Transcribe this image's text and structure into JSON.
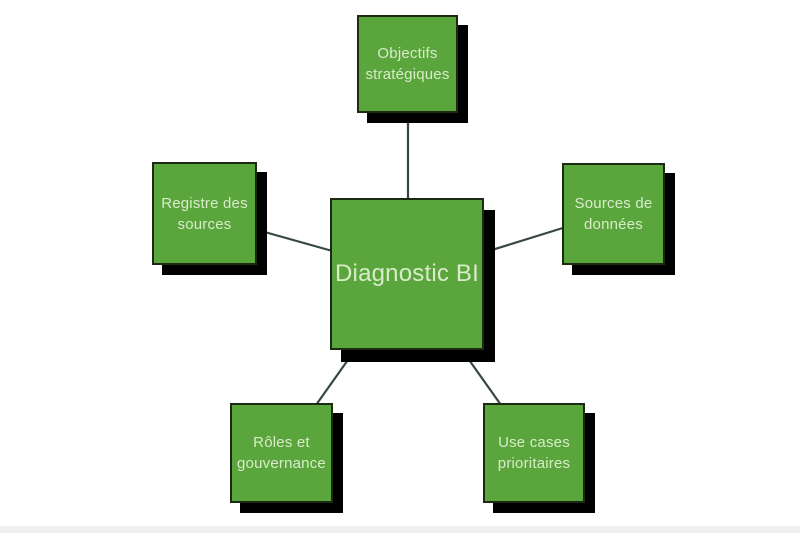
{
  "colors": {
    "canvas_bg": "#ffffff",
    "node_fill": "#5aa53c",
    "node_border": "#1b2a12",
    "node_shadow": "#000000",
    "connector": "#374745",
    "label_text": "#d8ecca",
    "strip": "#efefef"
  },
  "center_node": {
    "label": "Diagnostic BI"
  },
  "nodes": [
    {
      "id": "objectifs-strategiques",
      "label": "Objectifs\nstratégiques"
    },
    {
      "id": "registre-des-sources",
      "label": "Registre des\nsources"
    },
    {
      "id": "sources-de-donnees",
      "label": "Sources de\ndonnées"
    },
    {
      "id": "roles-et-gouvernance",
      "label": "Rôles et\ngouvernance"
    },
    {
      "id": "use-cases-prioritaires",
      "label": "Use cases\nprioritaires"
    }
  ]
}
